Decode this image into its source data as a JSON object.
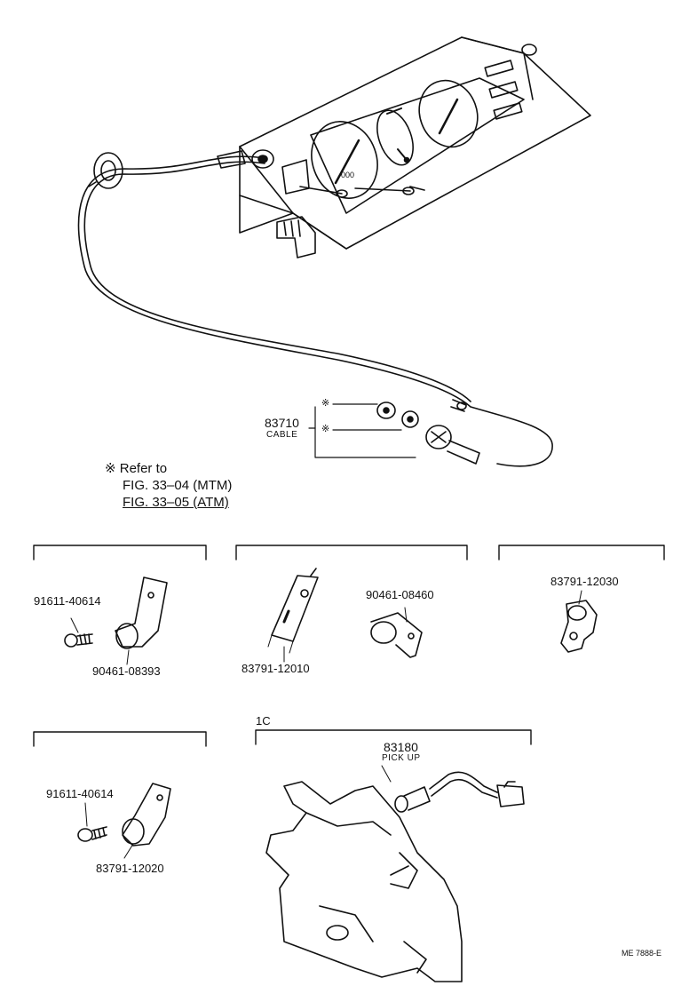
{
  "labels": {
    "cable_part_no": "83710",
    "cable_name": "CABLE",
    "note_mark_1": "※",
    "note_mark_2": "※",
    "refer_to": "※ Refer to",
    "fig_mtm": "FIG. 33–04 (MTM)",
    "fig_atm": "FIG. 33–05 (ATM)",
    "box1_bolt": "91611-40614",
    "box1_clamp": "90461-08393",
    "box2_bracket": "83791-12010",
    "box2_clamp": "90461-08460",
    "box3_clamp": "83791-12030",
    "box4_bolt": "91611-40614",
    "box4_clamp": "83791-12020",
    "section_1c": "1C",
    "pickup_part_no": "83180",
    "pickup_name": "PICK UP",
    "drawing_code": "ME 7888-E"
  }
}
